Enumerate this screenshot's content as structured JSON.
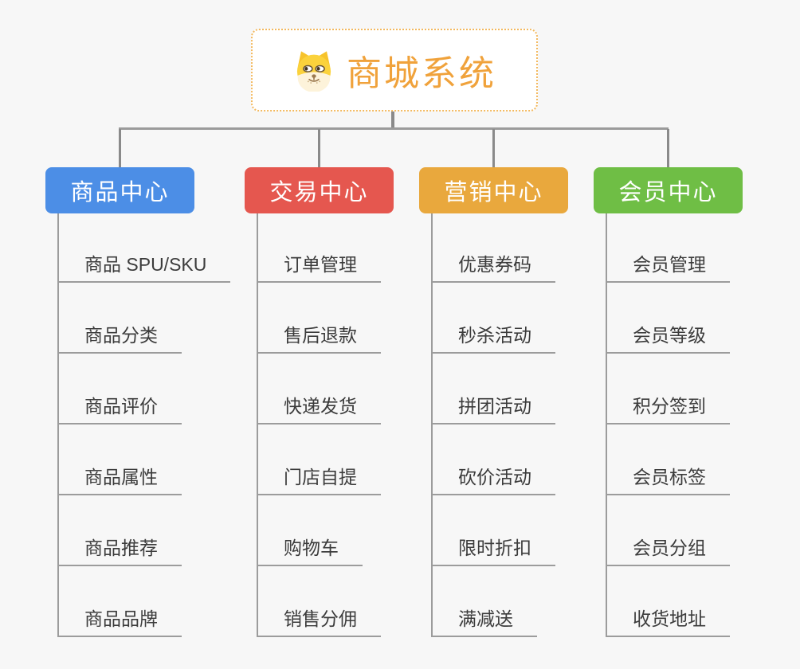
{
  "root": {
    "title": "商城系统",
    "icon": "doge-icon"
  },
  "branches": [
    {
      "label": "商品中心",
      "color": "#4C8EE6",
      "children": [
        "商品 SPU/SKU",
        "商品分类",
        "商品评价",
        "商品属性",
        "商品推荐",
        "商品品牌"
      ]
    },
    {
      "label": "交易中心",
      "color": "#E5574F",
      "children": [
        "订单管理",
        "售后退款",
        "快递发货",
        "门店自提",
        "购物车",
        "销售分佣"
      ]
    },
    {
      "label": "营销中心",
      "color": "#E9A83D",
      "children": [
        "优惠券码",
        "秒杀活动",
        "拼团活动",
        "砍价活动",
        "限时折扣",
        "满减送"
      ]
    },
    {
      "label": "会员中心",
      "color": "#6FBE45",
      "children": [
        "会员管理",
        "会员等级",
        "积分签到",
        "会员标签",
        "会员分组",
        "收货地址"
      ]
    }
  ],
  "colors": {
    "background": "#F7F7F7",
    "connector": "#8A8A8A",
    "rail": "#9B9B9B",
    "branch_line": "#9C9C9C",
    "underline": "#9C9C9C",
    "root_border": "#F3B95F",
    "root_text": "#F0A23B",
    "leaf_text": "#3C3C3C"
  }
}
